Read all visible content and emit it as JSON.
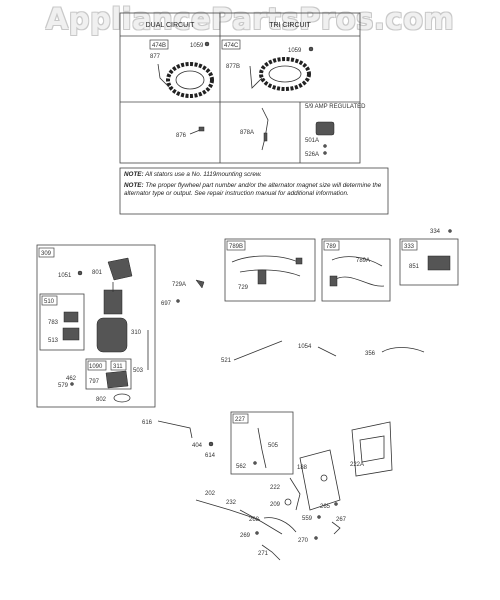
{
  "watermark": "AppliancePartsPros.com",
  "header": {
    "col1": "DUAL CIRCUIT",
    "col2": "TRI CIRCUIT"
  },
  "regulator_label": "5/9 AMP REGULATED",
  "notes": [
    {
      "prefix": "NOTE:",
      "text": "All stators use a No. 1119mounting screw."
    },
    {
      "prefix": "NOTE:",
      "text": "The proper flywheel part number and/or the alternator magnet size will determine the alternator type or output. See repair instruction manual for additional information."
    }
  ],
  "parts": {
    "p474B": "474B",
    "p1059a": "1059",
    "p877": "877",
    "p474C": "474C",
    "p1059b": "1059",
    "p877B": "877B",
    "p876": "876",
    "p878A": "878A",
    "p501A": "501A",
    "p526A": "526A",
    "p789B": "789B",
    "p729": "729",
    "p789": "789",
    "p789A": "789A",
    "p333": "333",
    "p334": "334",
    "p851": "851",
    "p309": "309",
    "p1051": "1051",
    "p801": "801",
    "p510": "510",
    "p783": "783",
    "p513": "513",
    "p310": "310",
    "p1090": "1090",
    "p311": "311",
    "p462": "462",
    "p579": "579",
    "p797": "797",
    "p503": "503",
    "p802": "802",
    "p729A": "729A",
    "p697": "697",
    "p521": "521",
    "p1054": "1054",
    "p356": "356",
    "p616": "616",
    "p404": "404",
    "p614": "614",
    "p227": "227",
    "p505": "505",
    "p562": "562",
    "p188": "188",
    "p222A": "222A",
    "p202": "202",
    "p222": "222",
    "p232": "232",
    "p209": "209",
    "p265": "265",
    "p268": "268",
    "p559": "559",
    "p267": "267",
    "p269": "269",
    "p270": "270",
    "p271": "271"
  }
}
